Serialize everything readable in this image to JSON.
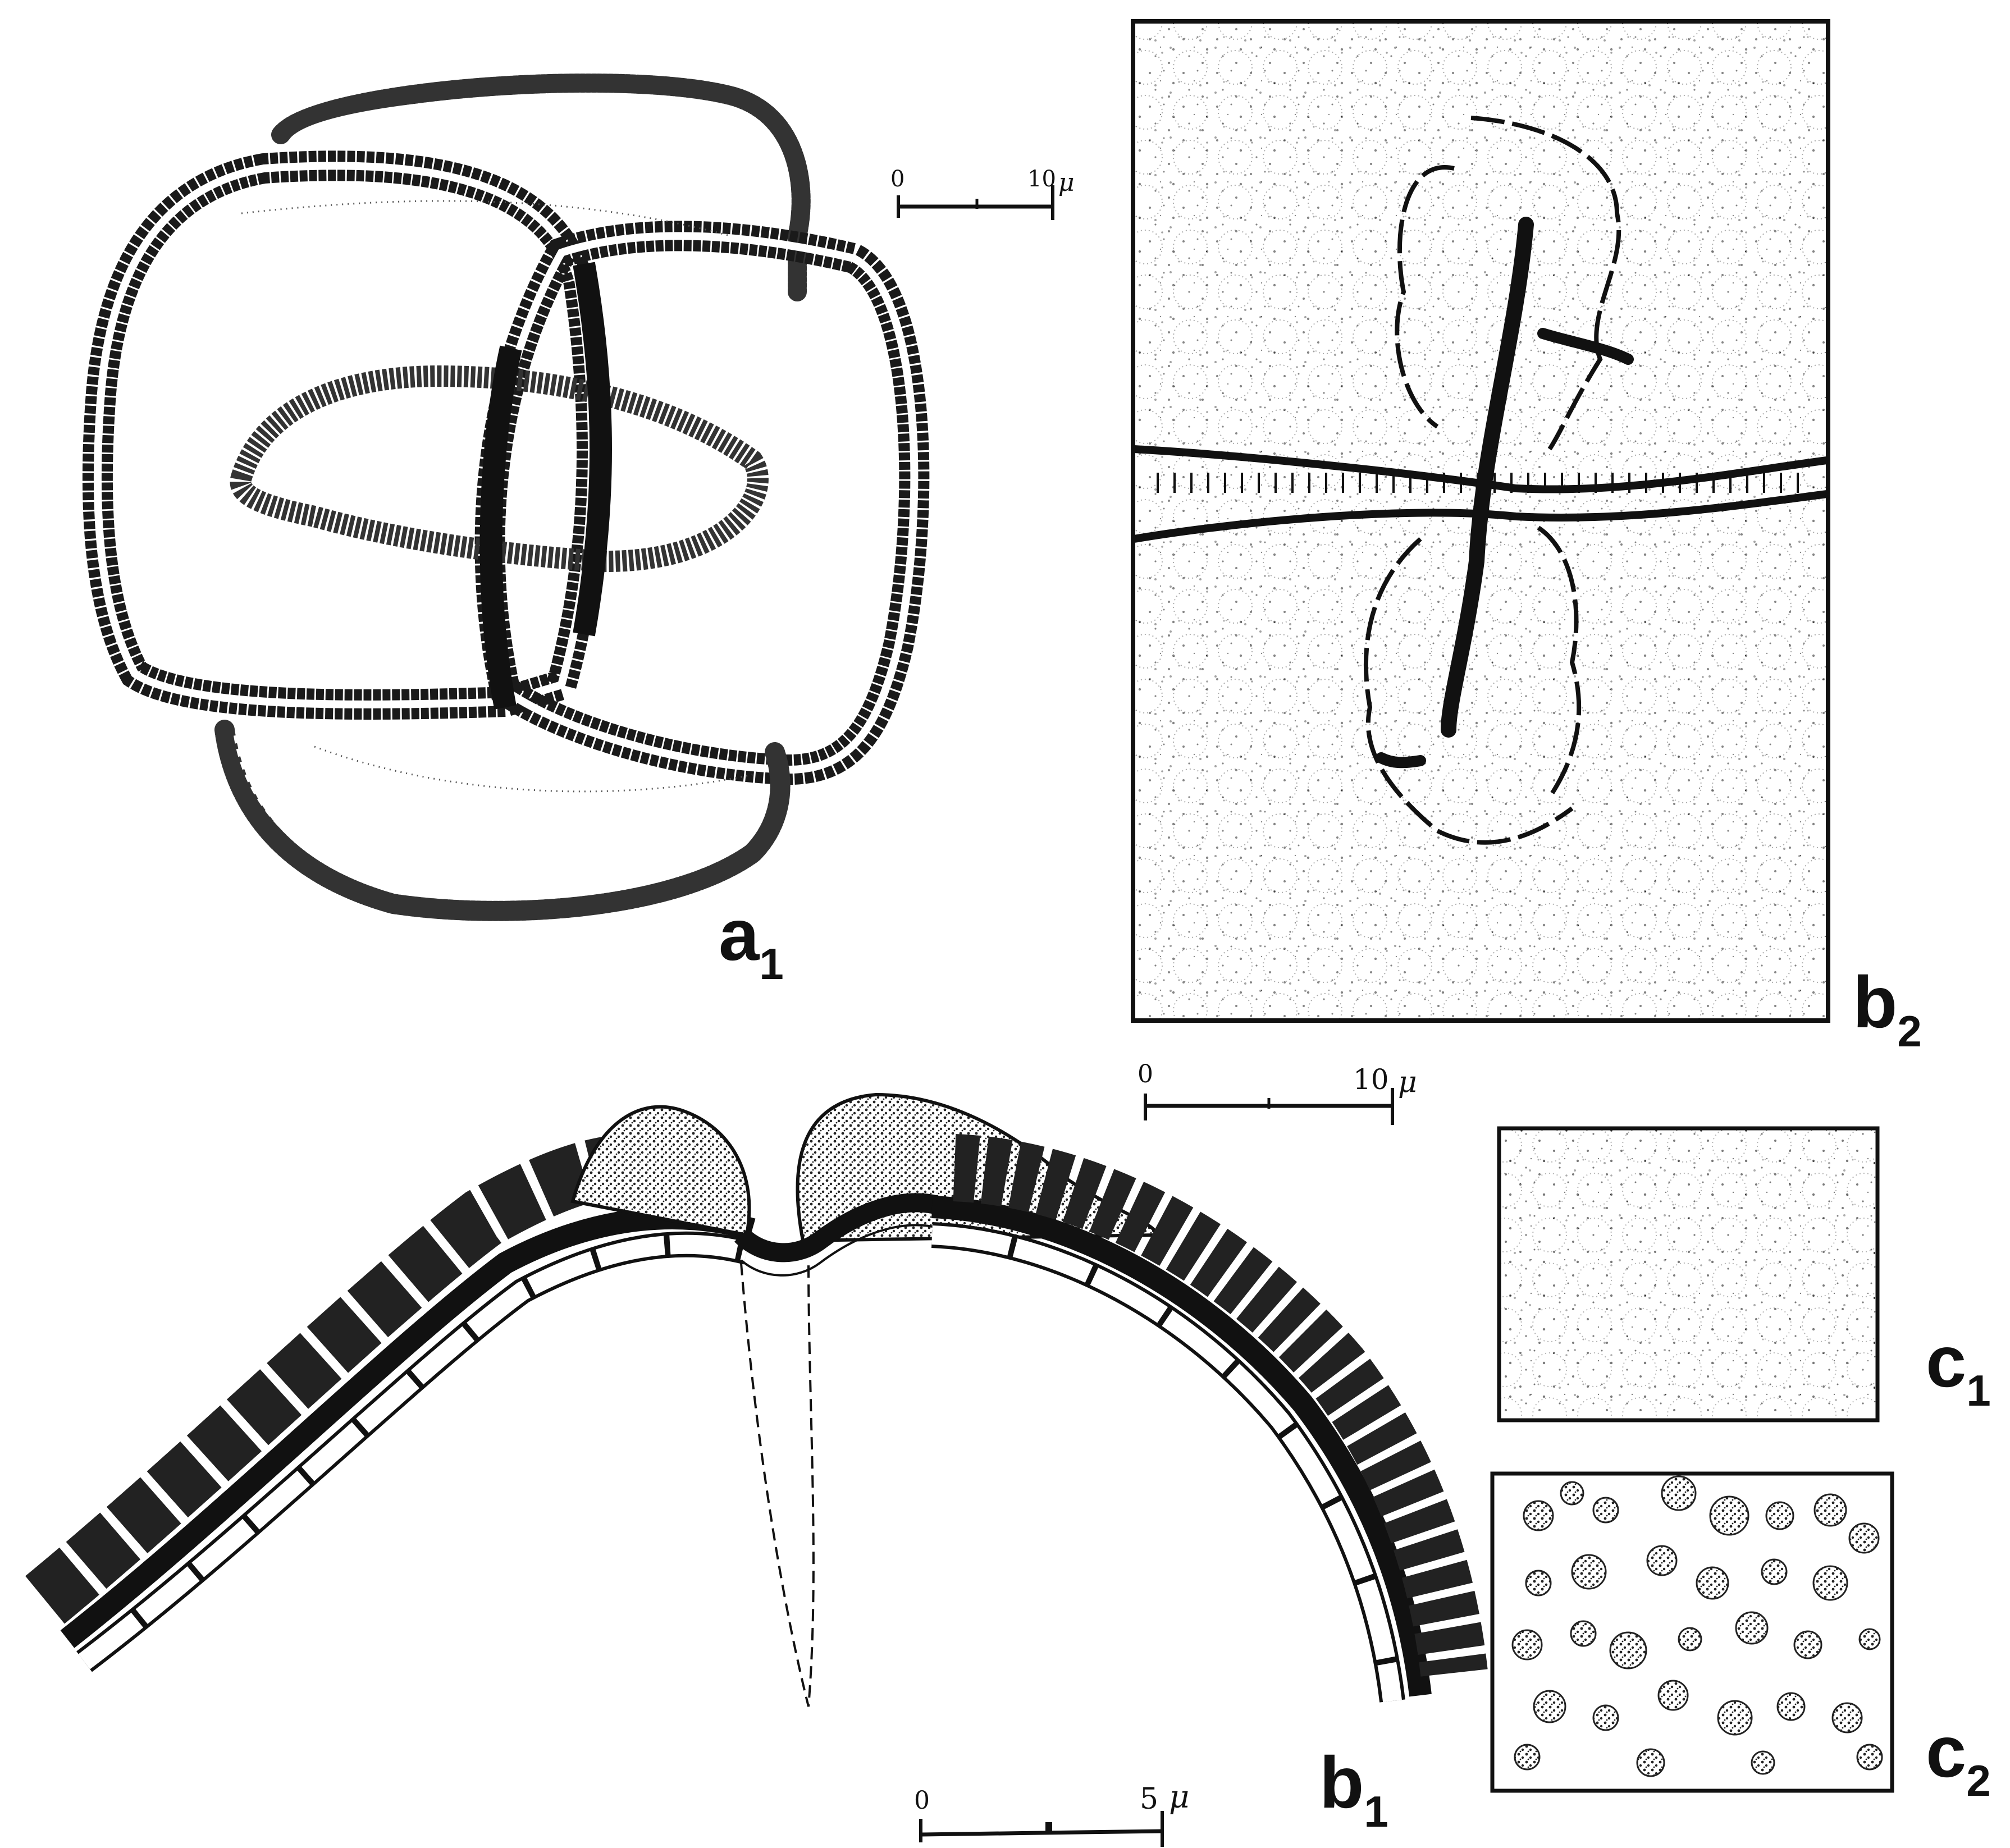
{
  "figure": {
    "panels": [
      {
        "id": "a1",
        "label": "a",
        "subscript": "1"
      },
      {
        "id": "b1",
        "label": "b",
        "subscript": "1"
      },
      {
        "id": "b2",
        "label": "b",
        "subscript": "2"
      },
      {
        "id": "c1",
        "label": "c",
        "subscript": "1"
      },
      {
        "id": "c2",
        "label": "c",
        "subscript": "2"
      }
    ],
    "scale_bars": [
      {
        "id": "scale-a1",
        "start": "0",
        "end": "10",
        "unit": "μ"
      },
      {
        "id": "scale-b2",
        "start": "0",
        "end": "10",
        "unit": "μ"
      },
      {
        "id": "scale-b1",
        "start": "0",
        "end": "5",
        "unit": "μ"
      }
    ]
  },
  "colors": {
    "ink": "#111111",
    "paper": "#ffffff"
  }
}
